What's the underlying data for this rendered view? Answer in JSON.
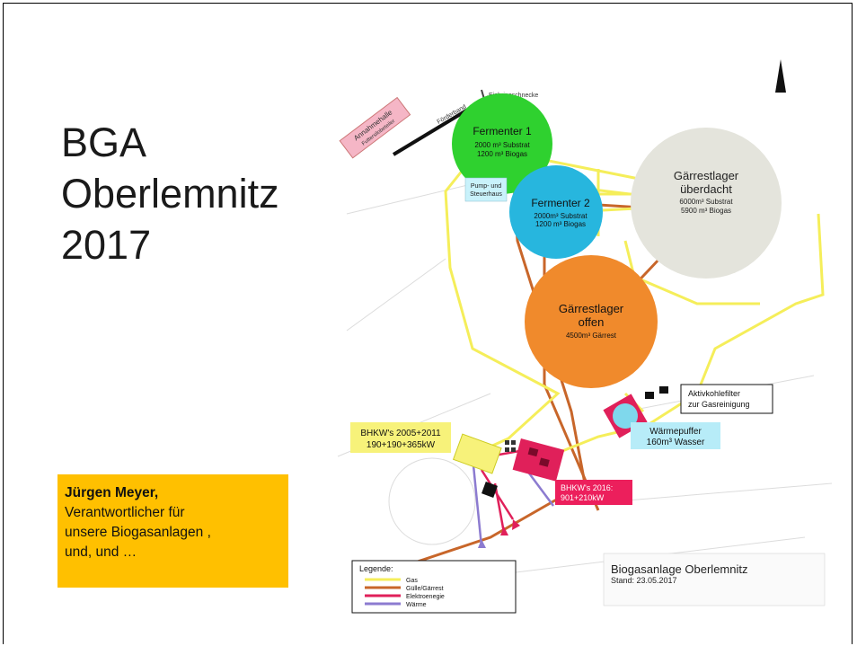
{
  "slide": {
    "title_lines": [
      "BGA",
      "Oberlemnitz",
      "2017"
    ],
    "note": {
      "name": "Jürgen Meyer,",
      "lines": [
        "Verantwortlicher für",
        "unsere Biogasanlagen ,",
        "und, und …"
      ],
      "background": "#ffc000"
    }
  },
  "map": {
    "labels": {
      "annahme": "Annahmehalle",
      "fuellstoff": "Futtersilobeteiler",
      "foerderband": "Förderband",
      "einbring": "Einbringschnecke",
      "f1_title": "Fermenter 1",
      "f1_line1": "2000 m³ Substrat",
      "f1_line2": "1200 m³ Biogas",
      "pump_line1": "Pump- und",
      "pump_line2": "Steuerhaus",
      "f2_title": "Fermenter 2",
      "f2_line1": "2000m³ Substrat",
      "f2_line2": "1200 m³ Biogas",
      "gu_title1": "Gärrestlager",
      "gu_title2": "überdacht",
      "gu_line1": "6000m³ Substrat",
      "gu_line2": "5900 m³ Biogas",
      "go_title1": "Gärrestlager",
      "go_title2": "offen",
      "go_line1": "4500m³ Gärrest",
      "aktiv_line1": "Aktivkohlefilter",
      "aktiv_line2": "zur Gasreinigung",
      "wpuffer_line1": "Wärmepuffer",
      "wpuffer_line2": "160m³ Wasser",
      "bhkw1_line1": "BHKW's 2005+2011",
      "bhkw1_line2": "190+190+365kW",
      "bhkw2_line1": "BHKW's 2016:",
      "bhkw2_line2": "901+210kW",
      "legend_title": "Legende:",
      "plant_title": "Biogasanlage Oberlemnitz",
      "plant_date": "Stand: 23.05.2017"
    },
    "legend": [
      {
        "label": "Gas",
        "color": "#f5ee5a"
      },
      {
        "label": "Gülle/Gärrest",
        "color": "#c8662a"
      },
      {
        "label": "Elektroenegie",
        "color": "#e0205a"
      },
      {
        "label": "Wärme",
        "color": "#8c7bd0"
      }
    ],
    "colors": {
      "fermenter1": "#2fd12f",
      "fermenter2": "#27b6de",
      "gaerrest_ueberdacht": "#e4e4dc",
      "gaerrest_offen": "#f08a2c",
      "gas": "#f5ee5a",
      "guelle": "#c8662a",
      "strom": "#e0205a",
      "waerme": "#8c7bd0",
      "annahme": "#f5b6c6",
      "bhkw_box": "#f7f27a",
      "bhkw2_box": "#ec1f5c",
      "wpuffer_box": "#b7ecf8"
    }
  }
}
